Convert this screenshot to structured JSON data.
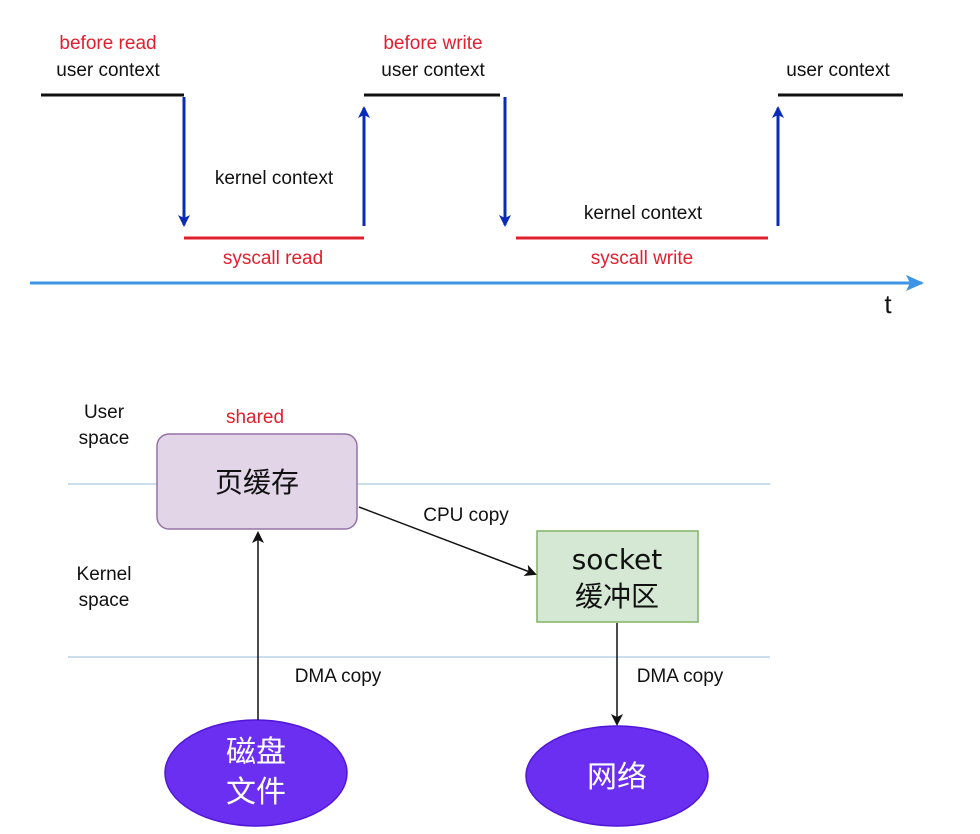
{
  "timeline": {
    "before_read": "before read",
    "user_context_1": "user context",
    "before_write": "before write",
    "user_context_2": "user context",
    "user_context_3": "user context",
    "kernel_context_1": "kernel context",
    "kernel_context_2": "kernel context",
    "syscall_read": "syscall read",
    "syscall_write": "syscall write",
    "time_axis_label": "t"
  },
  "zero_copy": {
    "user_space_line1": "User",
    "user_space_line2": "space",
    "kernel_space_line1": "Kernel",
    "kernel_space_line2": "space",
    "shared_label": "shared",
    "page_cache": "页缓存",
    "socket_line1": "socket",
    "socket_line2": "缓冲区",
    "disk_line1": "磁盘",
    "disk_line2": "文件",
    "network": "网络",
    "cpu_copy": "CPU copy",
    "dma_copy_left": "DMA copy",
    "dma_copy_right": "DMA copy"
  },
  "colors": {
    "accent_red": "#e0202e",
    "arrow_blue": "#0a2bb5",
    "time_axis_blue": "#3d95e6",
    "page_cache_fill": "#e1d5e7",
    "page_cache_border": "#9673a6",
    "socket_fill": "#d5e8d4",
    "socket_border": "#82b366",
    "ellipse_fill": "#6a2ff0"
  }
}
